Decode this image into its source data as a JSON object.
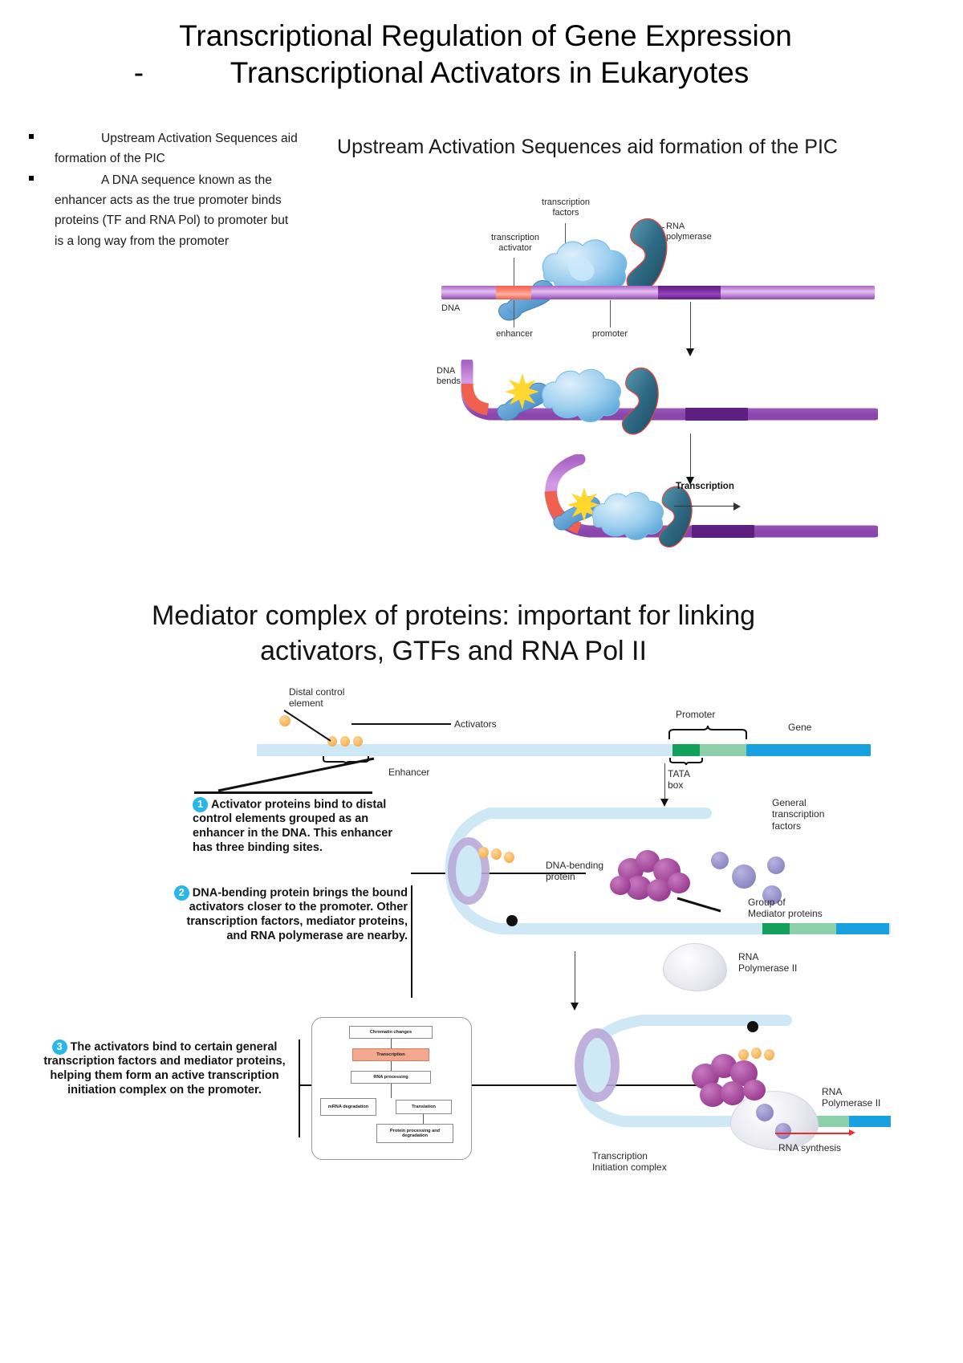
{
  "slide": {
    "title_line1": "Transcriptional Regulation of Gene Expression",
    "title_dash": "-",
    "title_line2": "Transcriptional Activators in Eukaryotes"
  },
  "bullets": [
    "Upstream Activation Sequences aid formation of the PIC",
    "A DNA sequence known as the enhancer acts as the true promoter binds proteins (TF and RNA Pol) to promoter but is a long way from the promoter"
  ],
  "figure1": {
    "title": "Upstream Activation Sequences aid formation of the PIC",
    "labels": {
      "transcription_factors": "transcription\nfactors",
      "transcription_activator": "transcription\nactivator",
      "rna_polymerase": "RNA\npolymerase",
      "dna": "DNA",
      "enhancer": "enhancer",
      "promoter": "promoter",
      "dna_bends": "DNA\nbends",
      "transcription": "Transcription"
    }
  },
  "figure2": {
    "title_line1": "Mediator complex of proteins: important for linking",
    "title_line2": "activators, GTFs and RNA Pol II",
    "labels": {
      "distal_control_element": "Distal control\nelement",
      "activators": "Activators",
      "enhancer": "Enhancer",
      "promoter": "Promoter",
      "gene": "Gene",
      "tata_box": "TATA\nbox",
      "dna_bending_protein": "DNA-bending\nprotein",
      "general_transcription_factors": "General\ntranscription\nfactors",
      "group_of_mediator_proteins": "Group of\nMediator proteins",
      "rna_polymerase_ii_1": "RNA\nPolymerase II",
      "rna_polymerase_ii_2": "RNA\nPolymerase II",
      "transcription_initiation_complex": "Transcription\nInitiation complex",
      "rna_synthesis": "RNA synthesis"
    },
    "steps": [
      {
        "number": "1",
        "text": "Activator proteins bind to distal control elements grouped as an enhancer in the DNA. This enhancer has three binding sites."
      },
      {
        "number": "2",
        "text": "DNA-bending protein brings the bound activators closer to the promoter. Other transcription factors, mediator proteins, and RNA polymerase are nearby."
      },
      {
        "number": "3",
        "text": "The activators bind to certain general transcription factors and mediator proteins, helping them form an active transcription initiation complex on the promoter."
      }
    ],
    "inset_flow": [
      "Chromatin changes",
      "Transcription",
      "RNA processing",
      "mRNA degradation",
      "Translation",
      "Protein processing and degradation"
    ]
  },
  "colors": {
    "step_badge": "#29b6e8",
    "enhancer_red": "#f0604e",
    "promoter_purple": "#5e2080",
    "gene_blue": "#18a0e0",
    "tata_green": "#12a05a",
    "mediator_magenta": "#9c3f93",
    "gtf_lavender": "#8f88c4",
    "activator_orange": "#f5b256",
    "rna_synthesis_red": "#ee2b2b"
  }
}
